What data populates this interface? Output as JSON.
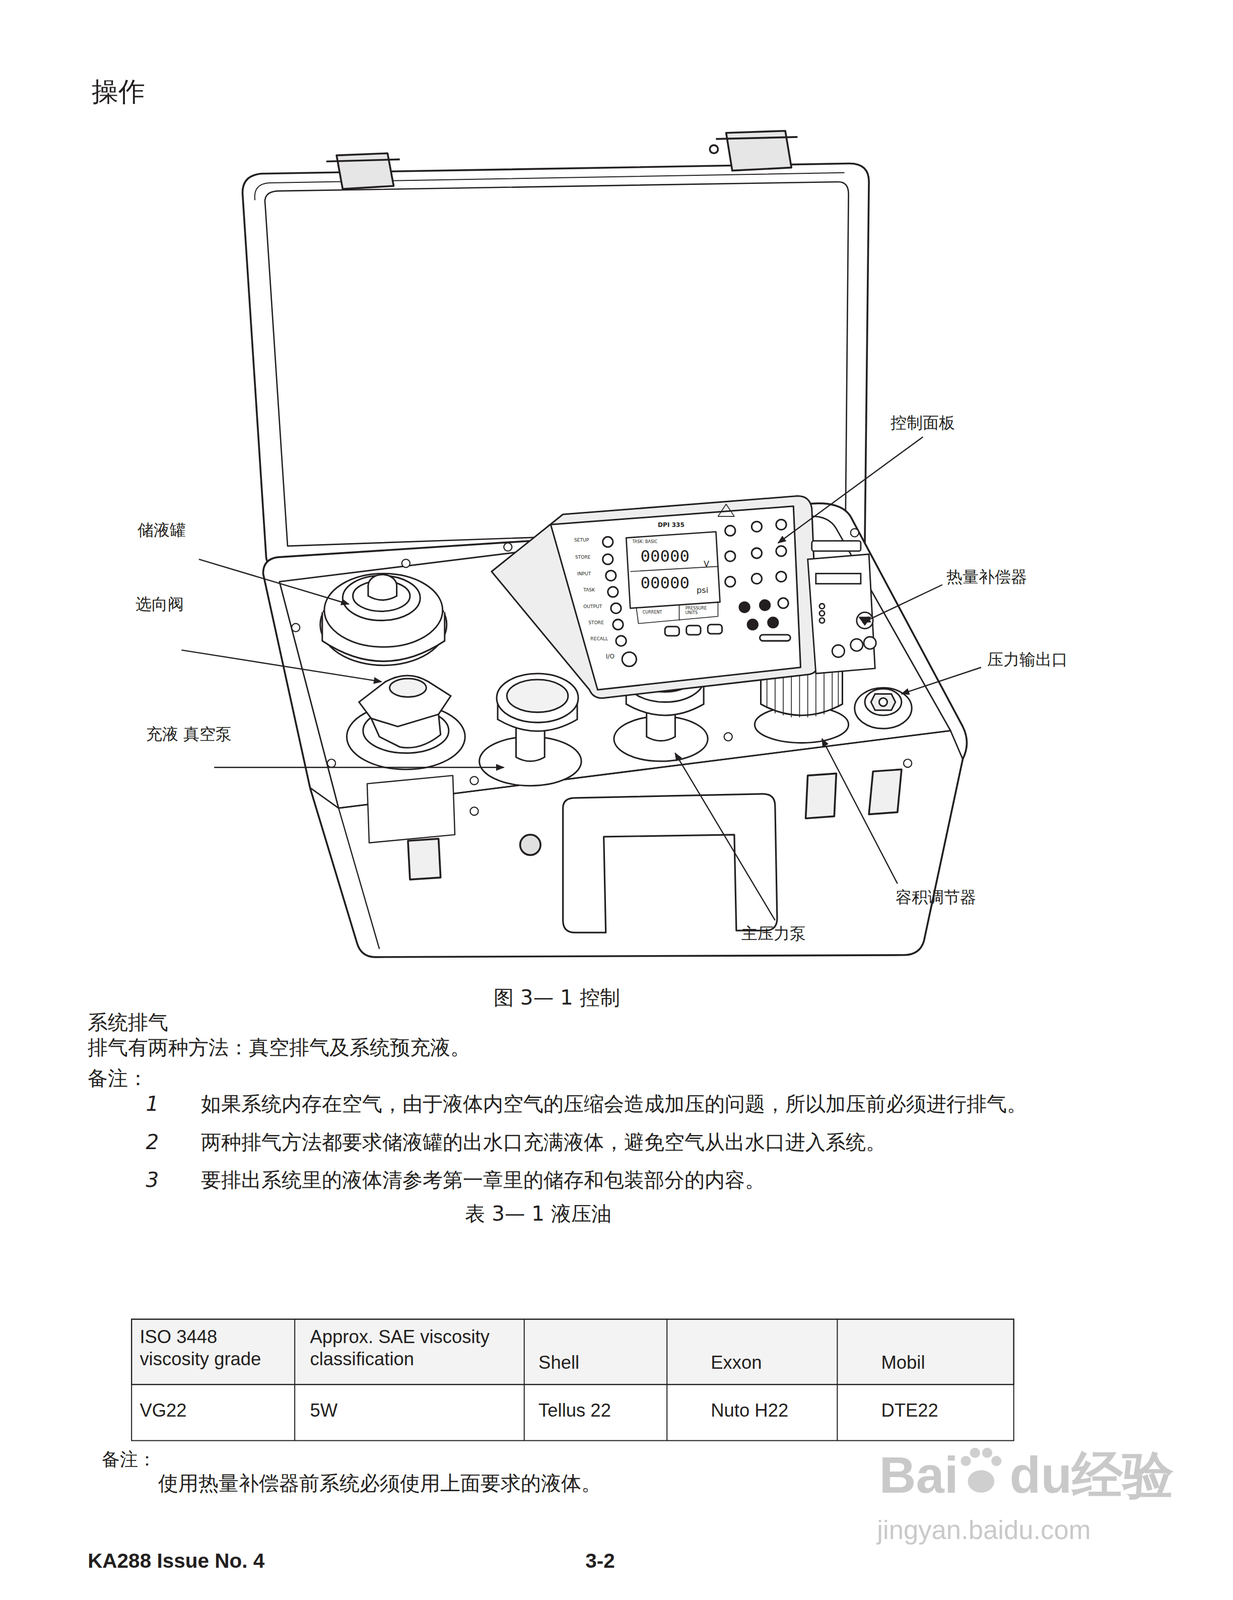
{
  "diagram": {
    "title": "操作",
    "caption": "图 3— 1 控制",
    "labels": [
      "控制面板",
      "储液罐",
      "选向阀",
      "热量补偿器",
      "压力输出口",
      "充液 真空泵",
      "容积调节器",
      "主压力泵",
      "DPI 335",
      "SETUP",
      "STORE",
      "INPUT",
      "TASK",
      "OUTPUT",
      "STORE",
      "RECALL",
      "I/O",
      "TASK: BASIC",
      "00000",
      "V",
      "00000",
      "psi",
      "CURRENT",
      "PRESSURE UNITS",
      "系统排气",
      "排气有两种方法：真空排气及系统预充液。",
      "备注：",
      "1",
      "如果系统内存在空气，由于液体内空气的压缩会造成加压的问题，所以加压前必须进行排气。",
      "2",
      "两种排气方法都要求储液罐的出水口充满液体，避免空气从出水口进入系统。",
      "3",
      "要排出系统里的液体清参考第一章里的储存和包装部分的内容。",
      "表 3— 1 液压油",
      "ISO 3448 viscosity grade",
      "Approx. SAE viscosity classification",
      "Shell",
      "Exxon",
      "Mobil",
      "VG22",
      "5W",
      "Tellus 22",
      "Nuto H22",
      "DTE22",
      "备注：",
      "使用热量补偿器前系统必须使用上面要求的液体。",
      "KA288 Issue No. 4",
      "3-2",
      "Bai",
      "du经验",
      "jingyan.baidu.com"
    ]
  }
}
